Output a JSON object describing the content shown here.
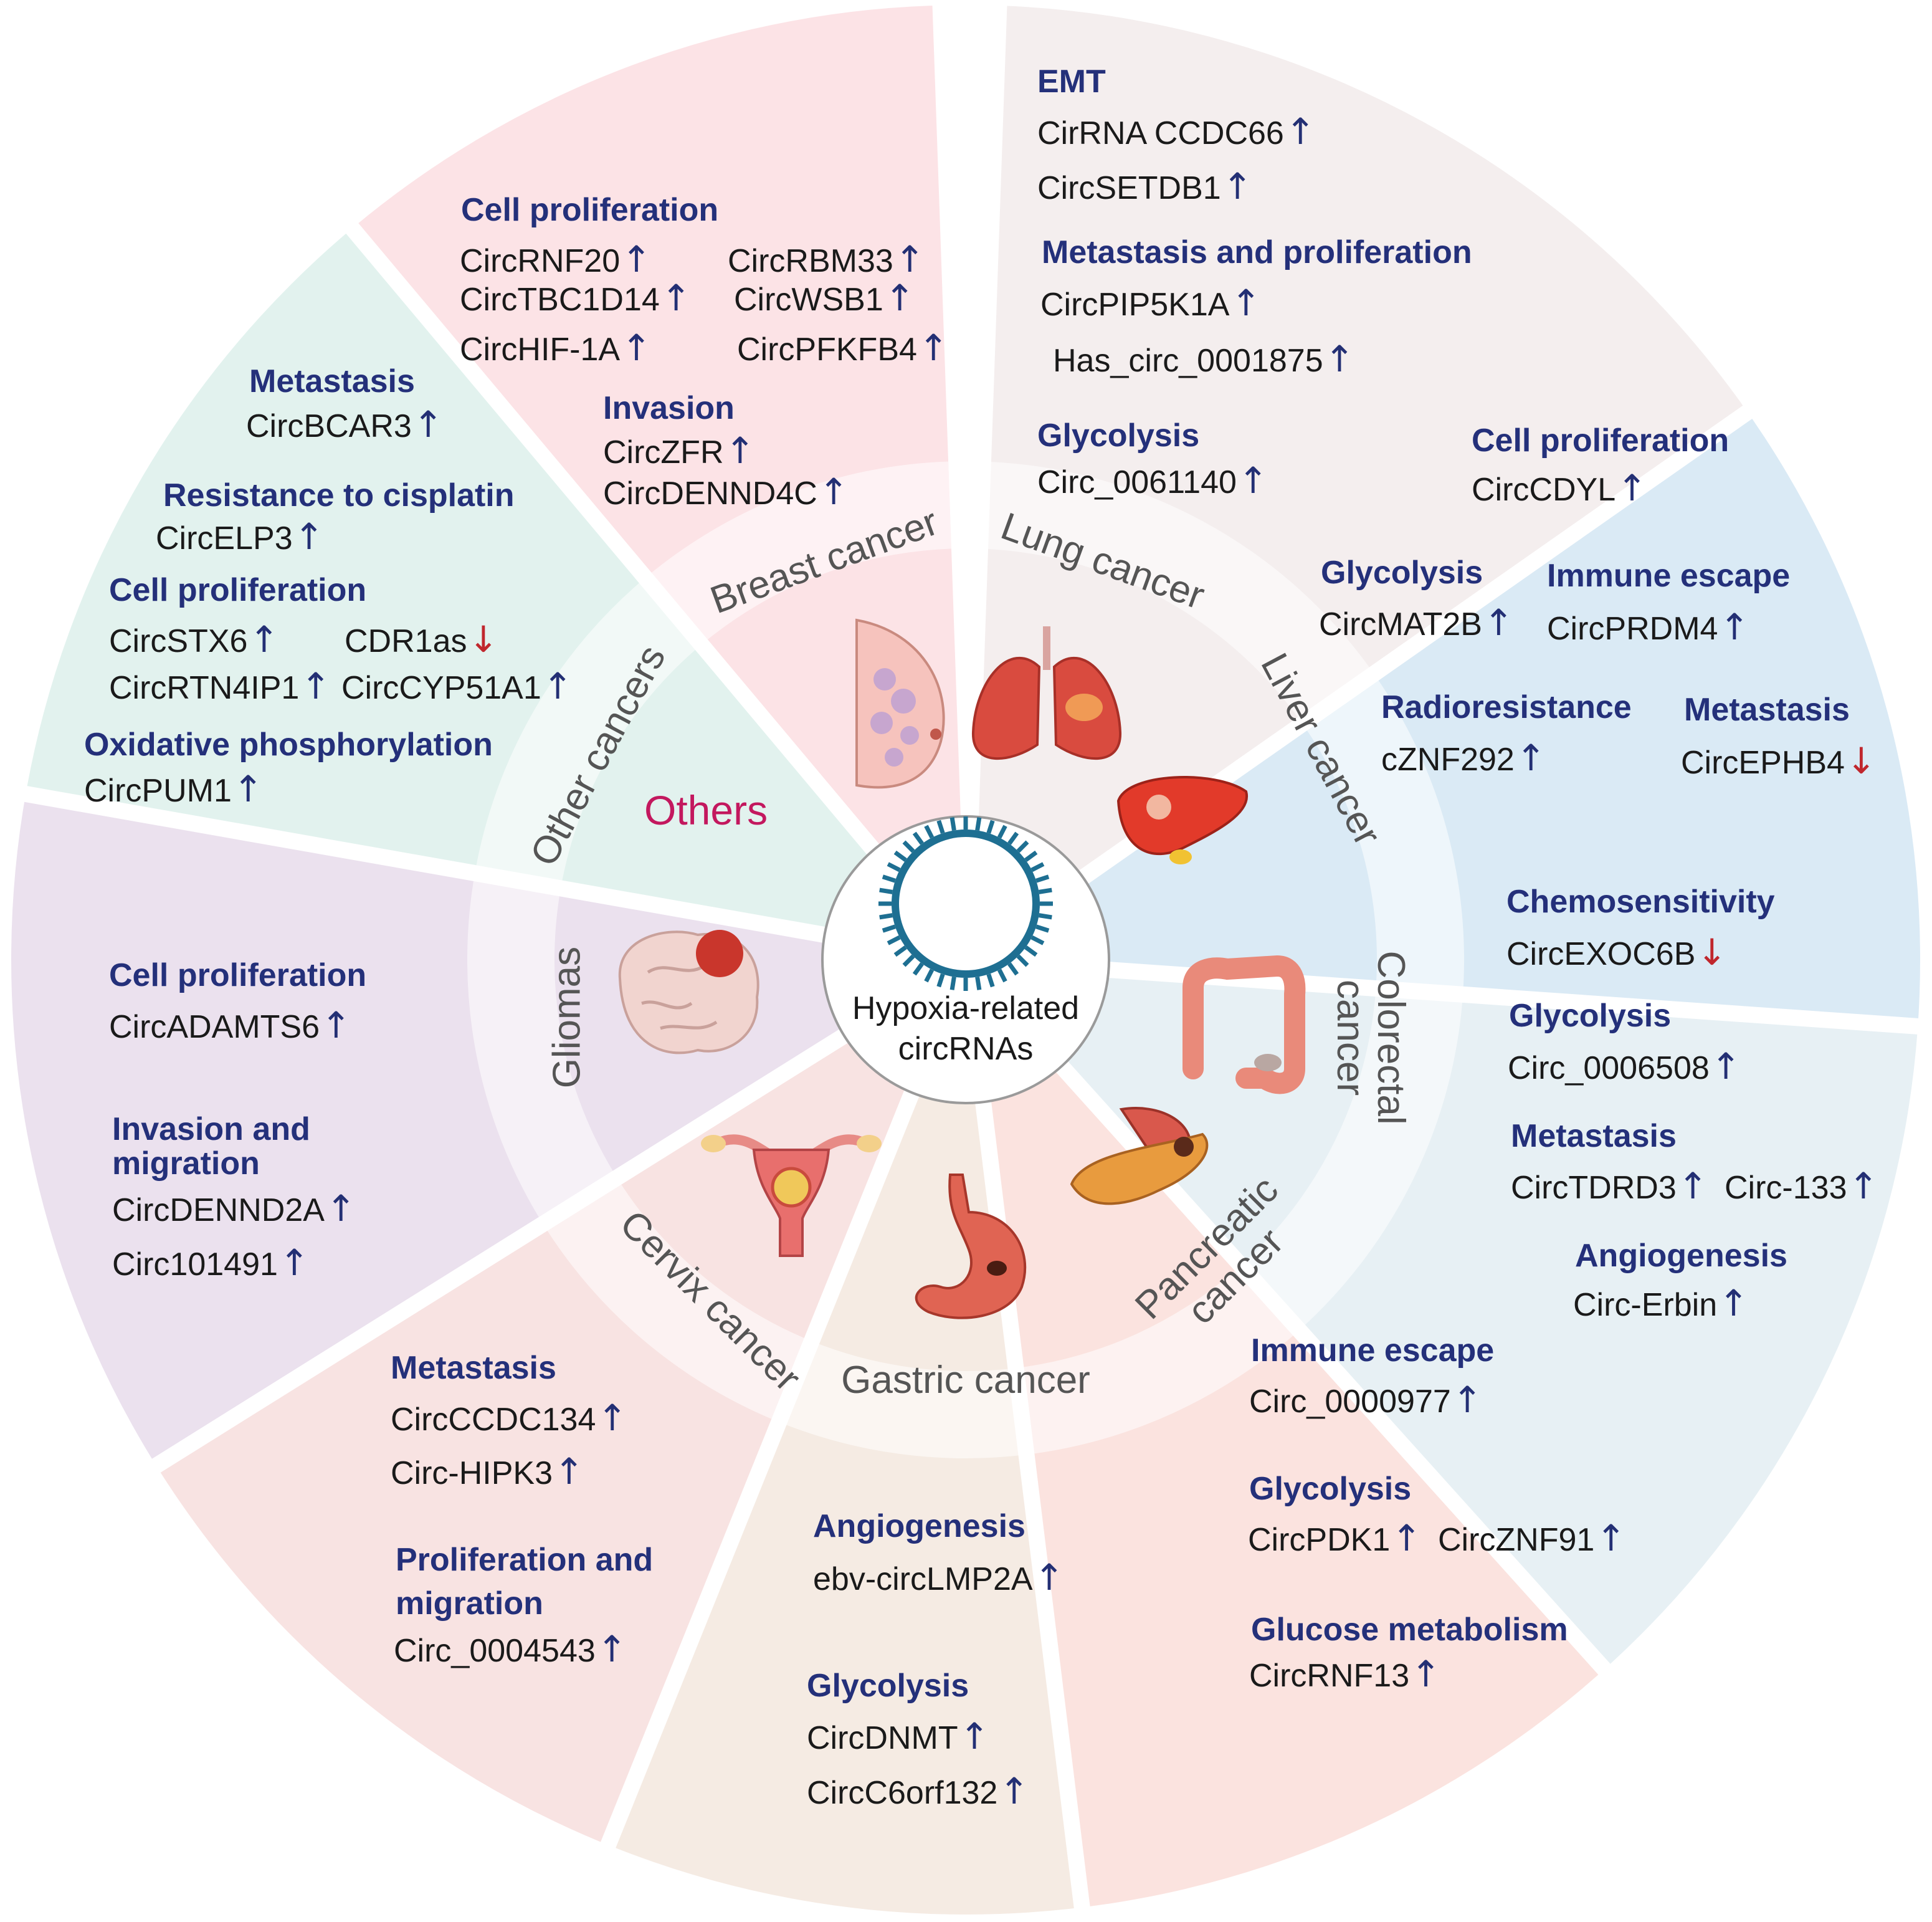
{
  "center": {
    "line1": "Hypoxia-related",
    "line2": "circRNAs"
  },
  "colors": {
    "heading": "#24307a",
    "up_arrow": "#232f74",
    "down_arrow": "#c0272d",
    "others_label": "#c3185e",
    "breast": "#fce3e6",
    "lung": "#f4eeee",
    "liver": "#daeaf5",
    "colorectal": "#e7f0f4",
    "pancreatic": "#fbe3df",
    "gastric": "#f5ebe3",
    "cervix": "#f8e3e2",
    "gliomas": "#ebe1ee",
    "others": "#e2f2ee"
  },
  "sectors": [
    {
      "cancer": "Breast cancer",
      "organ_icon": "breast-icon",
      "groups": [
        {
          "heading": "Cell proliferation",
          "items": [
            {
              "name": "CircRNF20",
              "trend": "up",
              "arrow": "↑"
            },
            {
              "name": "CircRBM33",
              "trend": "up",
              "arrow": "↑"
            },
            {
              "name": "CircTBC1D14",
              "trend": "up",
              "arrow": "↑"
            },
            {
              "name": "CircWSB1",
              "trend": "up",
              "arrow": "↑"
            },
            {
              "name": "CircHIF-1A",
              "trend": "up",
              "arrow": "↑"
            },
            {
              "name": "CircPFKFB4",
              "trend": "up",
              "arrow": "↑"
            }
          ]
        },
        {
          "heading": "Invasion",
          "items": [
            {
              "name": "CircZFR",
              "trend": "up",
              "arrow": "↑"
            },
            {
              "name": "CircDENND4C",
              "trend": "up",
              "arrow": "↑"
            }
          ]
        }
      ]
    },
    {
      "cancer": "Lung cancer",
      "organ_icon": "lungs-icon",
      "groups": [
        {
          "heading": "EMT",
          "items": [
            {
              "name": "CirRNA CCDC66",
              "trend": "up",
              "arrow": "↑"
            },
            {
              "name": "CircSETDB1",
              "trend": "up",
              "arrow": "↑"
            }
          ]
        },
        {
          "heading": "Metastasis and proliferation",
          "items": [
            {
              "name": "CircPIP5K1A",
              "trend": "up",
              "arrow": "↑"
            },
            {
              "name": "Has_circ_0001875",
              "trend": "up",
              "arrow": "↑"
            }
          ]
        },
        {
          "heading": "Glycolysis",
          "items": [
            {
              "name": "Circ_0061140",
              "trend": "up",
              "arrow": "↑"
            }
          ]
        }
      ]
    },
    {
      "cancer": "Liver cancer",
      "organ_icon": "liver-icon",
      "groups": [
        {
          "heading": "Cell proliferation",
          "items": [
            {
              "name": "CircCDYL",
              "trend": "up",
              "arrow": "↑"
            }
          ]
        },
        {
          "heading": "Glycolysis",
          "items": [
            {
              "name": "CircMAT2B",
              "trend": "up",
              "arrow": "↑"
            }
          ]
        },
        {
          "heading": "Immune escape",
          "items": [
            {
              "name": "CircPRDM4",
              "trend": "up",
              "arrow": "↑"
            }
          ]
        },
        {
          "heading": "Radioresistance",
          "items": [
            {
              "name": "cZNF292",
              "trend": "up",
              "arrow": "↑"
            }
          ]
        },
        {
          "heading": "Metastasis",
          "items": [
            {
              "name": "CircEPHB4",
              "trend": "down",
              "arrow": "↓"
            }
          ]
        }
      ]
    },
    {
      "cancer_line1": "Colorectal",
      "cancer_line2": "cancer",
      "organ_icon": "colon-icon",
      "groups": [
        {
          "heading": "Chemosensitivity",
          "items": [
            {
              "name": "CircEXOC6B",
              "trend": "down",
              "arrow": "↓"
            }
          ]
        },
        {
          "heading": "Glycolysis",
          "items": [
            {
              "name": "Circ_0006508",
              "trend": "up",
              "arrow": "↑"
            }
          ]
        },
        {
          "heading": "Metastasis",
          "items": [
            {
              "name": "CircTDRD3",
              "trend": "up",
              "arrow": "↑"
            },
            {
              "name": "Circ-133",
              "trend": "up",
              "arrow": "↑"
            }
          ]
        },
        {
          "heading": "Angiogenesis",
          "items": [
            {
              "name": "Circ-Erbin",
              "trend": "up",
              "arrow": "↑"
            }
          ]
        }
      ]
    },
    {
      "cancer_line1": "Pancreatic",
      "cancer_line2": "cancer",
      "organ_icon": "pancreas-icon",
      "groups": [
        {
          "heading": "Immune escape",
          "items": [
            {
              "name": "Circ_0000977",
              "trend": "up",
              "arrow": "↑"
            }
          ]
        },
        {
          "heading": "Glycolysis",
          "items": [
            {
              "name": "CircPDK1",
              "trend": "up",
              "arrow": "↑"
            },
            {
              "name": "CircZNF91",
              "trend": "up",
              "arrow": "↑"
            }
          ]
        },
        {
          "heading": "Glucose metabolism",
          "items": [
            {
              "name": "CircRNF13",
              "trend": "up",
              "arrow": "↑"
            }
          ]
        }
      ]
    },
    {
      "cancer": "Gastric cancer",
      "organ_icon": "stomach-icon",
      "groups": [
        {
          "heading": "Angiogenesis",
          "items": [
            {
              "name": "ebv-circLMP2A",
              "trend": "up",
              "arrow": "↑"
            }
          ]
        },
        {
          "heading": "Glycolysis",
          "items": [
            {
              "name": "CircDNMT",
              "trend": "up",
              "arrow": "↑"
            },
            {
              "name": "CircC6orf132",
              "trend": "up",
              "arrow": "↑"
            }
          ]
        }
      ]
    },
    {
      "cancer": "Cervix cancer",
      "organ_icon": "uterus-icon",
      "groups": [
        {
          "heading": "Metastasis",
          "items": [
            {
              "name": "CircCCDC134",
              "trend": "up",
              "arrow": "↑"
            },
            {
              "name": "Circ-HIPK3",
              "trend": "up",
              "arrow": "↑"
            }
          ]
        },
        {
          "heading_line1": "Proliferation and",
          "heading_line2": "migration",
          "items": [
            {
              "name": "Circ_0004543",
              "trend": "up",
              "arrow": "↑"
            }
          ]
        }
      ]
    },
    {
      "cancer": "Gliomas",
      "organ_icon": "brain-icon",
      "groups": [
        {
          "heading": "Cell proliferation",
          "items": [
            {
              "name": "CircADAMTS6",
              "trend": "up",
              "arrow": "↑"
            }
          ]
        },
        {
          "heading_line1": "Invasion and",
          "heading_line2": "migration",
          "items": [
            {
              "name": "CircDENND2A",
              "trend": "up",
              "arrow": "↑"
            },
            {
              "name": "Circ101491",
              "trend": "up",
              "arrow": "↑"
            }
          ]
        }
      ]
    },
    {
      "cancer": "Other cancers",
      "inner_label": "Others",
      "groups": [
        {
          "heading": "Metastasis",
          "items": [
            {
              "name": "CircBCAR3",
              "trend": "up",
              "arrow": "↑"
            }
          ]
        },
        {
          "heading": "Resistance to cisplatin",
          "items": [
            {
              "name": "CircELP3",
              "trend": "up",
              "arrow": "↑"
            }
          ]
        },
        {
          "heading": "Cell proliferation",
          "items": [
            {
              "name": "CircSTX6",
              "trend": "up",
              "arrow": "↑"
            },
            {
              "name": "CDR1as",
              "trend": "down",
              "arrow": "↓"
            },
            {
              "name": "CircRTN4IP1",
              "trend": "up",
              "arrow": "↑"
            },
            {
              "name": "CircCYP51A1",
              "trend": "up",
              "arrow": "↑"
            }
          ]
        },
        {
          "heading": "Oxidative phosphorylation",
          "items": [
            {
              "name": "CircPUM1",
              "trend": "up",
              "arrow": "↑"
            }
          ]
        }
      ]
    }
  ]
}
